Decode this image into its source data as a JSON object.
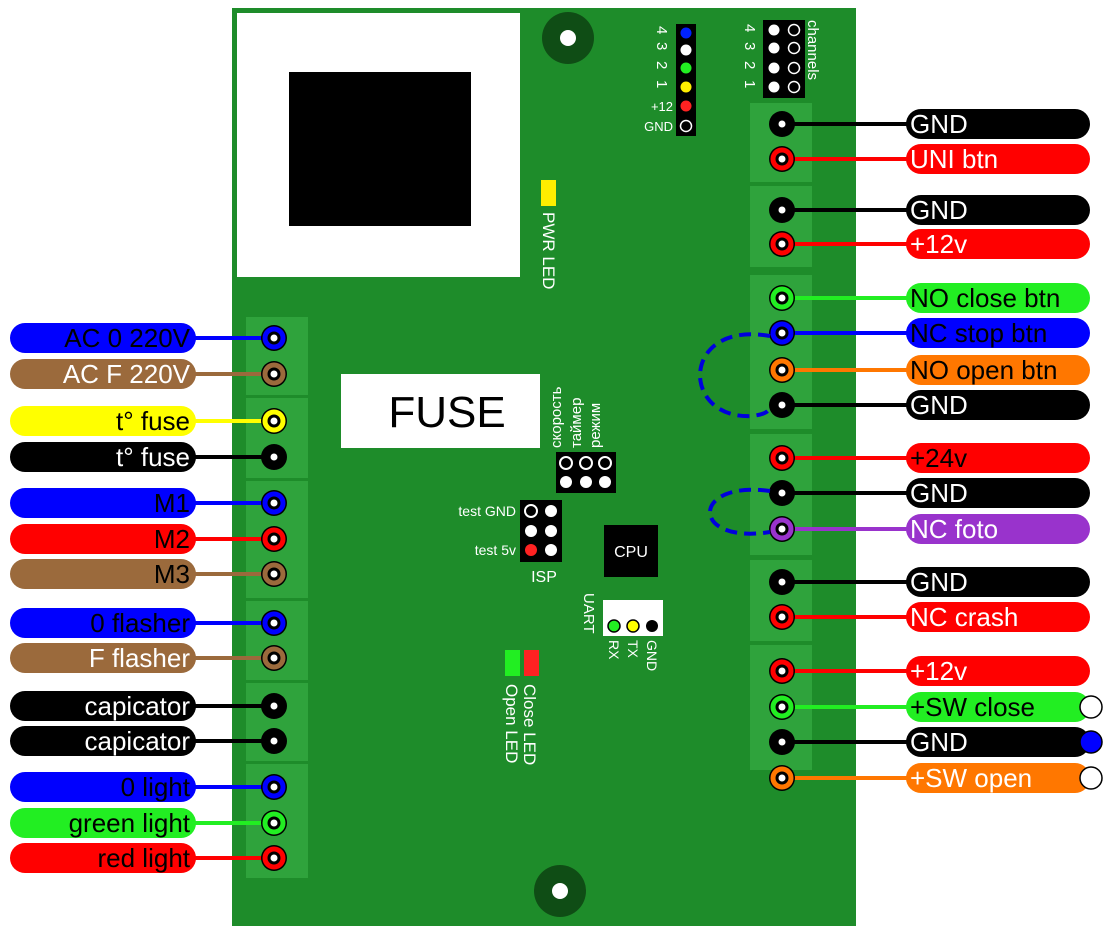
{
  "colors": {
    "pcb": "#1e8c2a",
    "terminal": "#2fa33c",
    "blue": "#0000ff",
    "brown": "#9b6a3c",
    "yellow": "#ffff00",
    "black": "#000000",
    "red": "#ff0000",
    "green": "#22ee22",
    "orange": "#ff7700",
    "purple": "#9933cc",
    "dashed_jumper": "#0000dd"
  },
  "board": {
    "fuse_label": "FUSE",
    "cpu_label": "CPU",
    "pwr_led_label": "PWR LED",
    "close_led_label": "Close LED",
    "open_led_label": "Open LED",
    "isp_label": "ISP",
    "test_gnd_label": "test GND",
    "test_5v_label": "test 5v",
    "uart_label": "UART",
    "uart_pins": [
      "RX",
      "TX",
      "GND"
    ],
    "mode_labels": [
      "режим",
      "таймер",
      "скорость"
    ],
    "channels_label": "channels",
    "channels_numbers": [
      "4",
      "3",
      "2",
      "1"
    ],
    "radio_header_numbers": [
      "4",
      "3",
      "2",
      "1"
    ],
    "radio_plus12": "+12",
    "radio_gnd": "GND"
  },
  "left_wires": [
    {
      "label": "AC 0 220V",
      "color": "blue",
      "text_color": "black"
    },
    {
      "label": "AC F 220V",
      "color": "brown",
      "text_color": "white"
    },
    {
      "label": "t° fuse",
      "color": "yellow",
      "text_color": "black"
    },
    {
      "label": "t° fuse",
      "color": "black",
      "text_color": "white"
    },
    {
      "label": "M1",
      "color": "blue",
      "text_color": "black"
    },
    {
      "label": "M2",
      "color": "red",
      "text_color": "black"
    },
    {
      "label": "M3",
      "color": "brown",
      "text_color": "black"
    },
    {
      "label": "0 flasher",
      "color": "blue",
      "text_color": "black"
    },
    {
      "label": "F flasher",
      "color": "brown",
      "text_color": "white"
    },
    {
      "label": "capicator",
      "color": "black",
      "text_color": "white"
    },
    {
      "label": "capicator",
      "color": "black",
      "text_color": "white"
    },
    {
      "label": "0 light",
      "color": "blue",
      "text_color": "black"
    },
    {
      "label": "green light",
      "color": "green",
      "text_color": "black"
    },
    {
      "label": "red light",
      "color": "red",
      "text_color": "black"
    }
  ],
  "right_wires": [
    {
      "label": "GND",
      "color": "black",
      "text_color": "white"
    },
    {
      "label": "UNI btn",
      "color": "red",
      "text_color": "white"
    },
    {
      "label": "GND",
      "color": "black",
      "text_color": "white"
    },
    {
      "label": "+12v",
      "color": "red",
      "text_color": "white"
    },
    {
      "label": "NO close btn",
      "color": "green",
      "text_color": "black"
    },
    {
      "label": "NC stop btn",
      "color": "blue",
      "text_color": "black"
    },
    {
      "label": "NO open btn",
      "color": "orange",
      "text_color": "black"
    },
    {
      "label": "GND",
      "color": "black",
      "text_color": "white"
    },
    {
      "label": "+24v",
      "color": "red",
      "text_color": "black"
    },
    {
      "label": "GND",
      "color": "black",
      "text_color": "white"
    },
    {
      "label": "NC foto",
      "color": "purple",
      "text_color": "white"
    },
    {
      "label": "GND",
      "color": "black",
      "text_color": "white"
    },
    {
      "label": "NC crash",
      "color": "red",
      "text_color": "white"
    },
    {
      "label": "+12v",
      "color": "red",
      "text_color": "white"
    },
    {
      "label": "+SW close",
      "color": "green",
      "text_color": "black"
    },
    {
      "label": "GND",
      "color": "black",
      "text_color": "white"
    },
    {
      "label": "+SW open",
      "color": "orange",
      "text_color": "white"
    }
  ]
}
